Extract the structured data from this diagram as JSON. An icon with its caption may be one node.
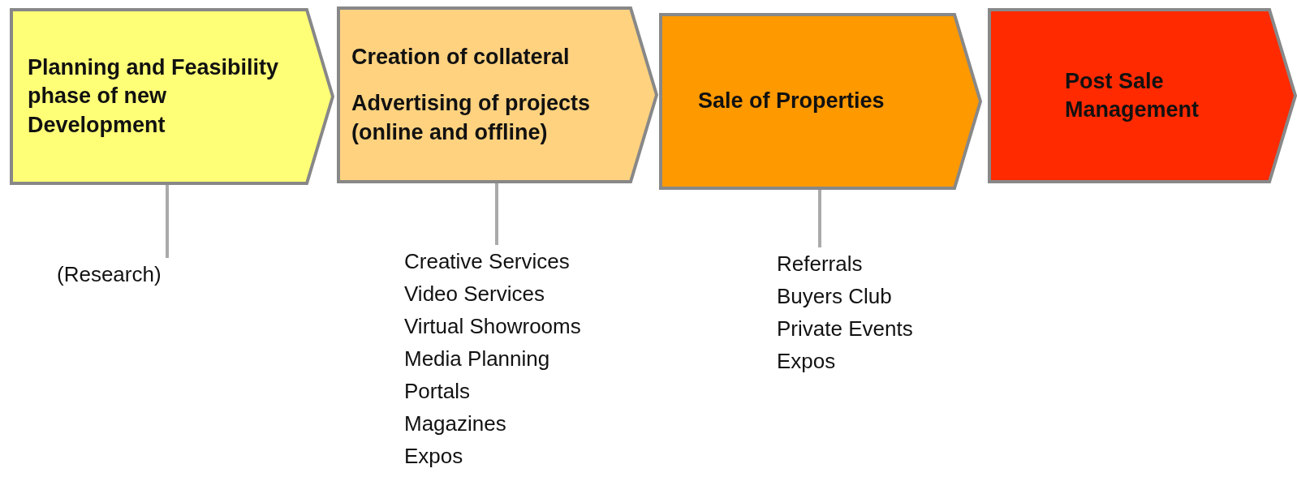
{
  "diagram": {
    "nodes": [
      {
        "text": [
          "Planning and Feasibility phase of new Development"
        ]
      },
      {
        "text": [
          "Creation of collateral",
          "Advertising of projects (online and offline)"
        ]
      },
      {
        "text": [
          "Sale of Properties"
        ]
      },
      {
        "text": [
          "Post Sale Management"
        ]
      },
      {
        "text": [
          "(Research)"
        ]
      },
      {
        "text": [
          "Creative Services",
          "Video Services",
          "Virtual Showrooms",
          "Media Planning",
          "Portals",
          "Magazines",
          "Expos"
        ]
      },
      {
        "text": [
          "Referrals",
          "Buyers Club",
          "Private Events",
          "Expos"
        ]
      }
    ],
    "edges": [
      {
        "from": 0,
        "to": 4,
        "arrow": "none"
      },
      {
        "from": 1,
        "to": 5,
        "arrow": "none"
      },
      {
        "from": 2,
        "to": 6,
        "arrow": "none"
      }
    ]
  }
}
